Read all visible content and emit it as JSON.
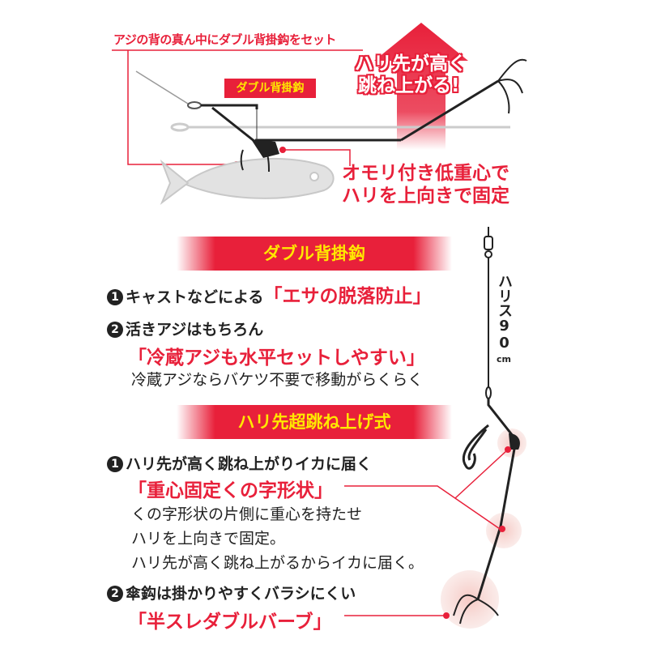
{
  "top_diagram": {
    "caption": "アジの背の真ん中にダブル背掛鈎をセット",
    "hook_label": "ダブル背掛鈎",
    "jump_text": [
      "ハリ先が高く",
      "跳ね上がる!"
    ],
    "weight_text": [
      "オモリ付き低重心で",
      "ハリを上向きで固定"
    ]
  },
  "section1": {
    "header": "ダブル背掛鈎",
    "item1": {
      "num": "1",
      "text": "キャストなどによる",
      "highlight": "「エサの脱落防止」"
    },
    "item2": {
      "num": "2",
      "text": "活きアジはもちろん",
      "highlight": "「冷蔵アジも水平セットしやすい」",
      "note": "冷蔵アジならバケツ不要で移動がらくらく"
    }
  },
  "section2": {
    "header": "ハリ先超跳ね上げ式",
    "item1": {
      "num": "1",
      "text": "ハリ先が高く跳ね上がりイカに届く",
      "highlight": "「重心固定くの字形状」",
      "notes": [
        "くの字形状の片側に重心を持たせ",
        "ハリを上向きで固定。",
        "ハリ先が高く跳ね上がるからイカに届く。"
      ]
    },
    "item2": {
      "num": "2",
      "text": "傘鈎は掛かりやすくバラシにくい",
      "highlight": "「半スレダブルバーブ」"
    }
  },
  "rig": {
    "leader_label": "ハリス",
    "leader_length": "90",
    "leader_unit": "cm"
  },
  "colors": {
    "accent": "#e8203a",
    "header_text": "#ffe800",
    "text": "#222222"
  }
}
